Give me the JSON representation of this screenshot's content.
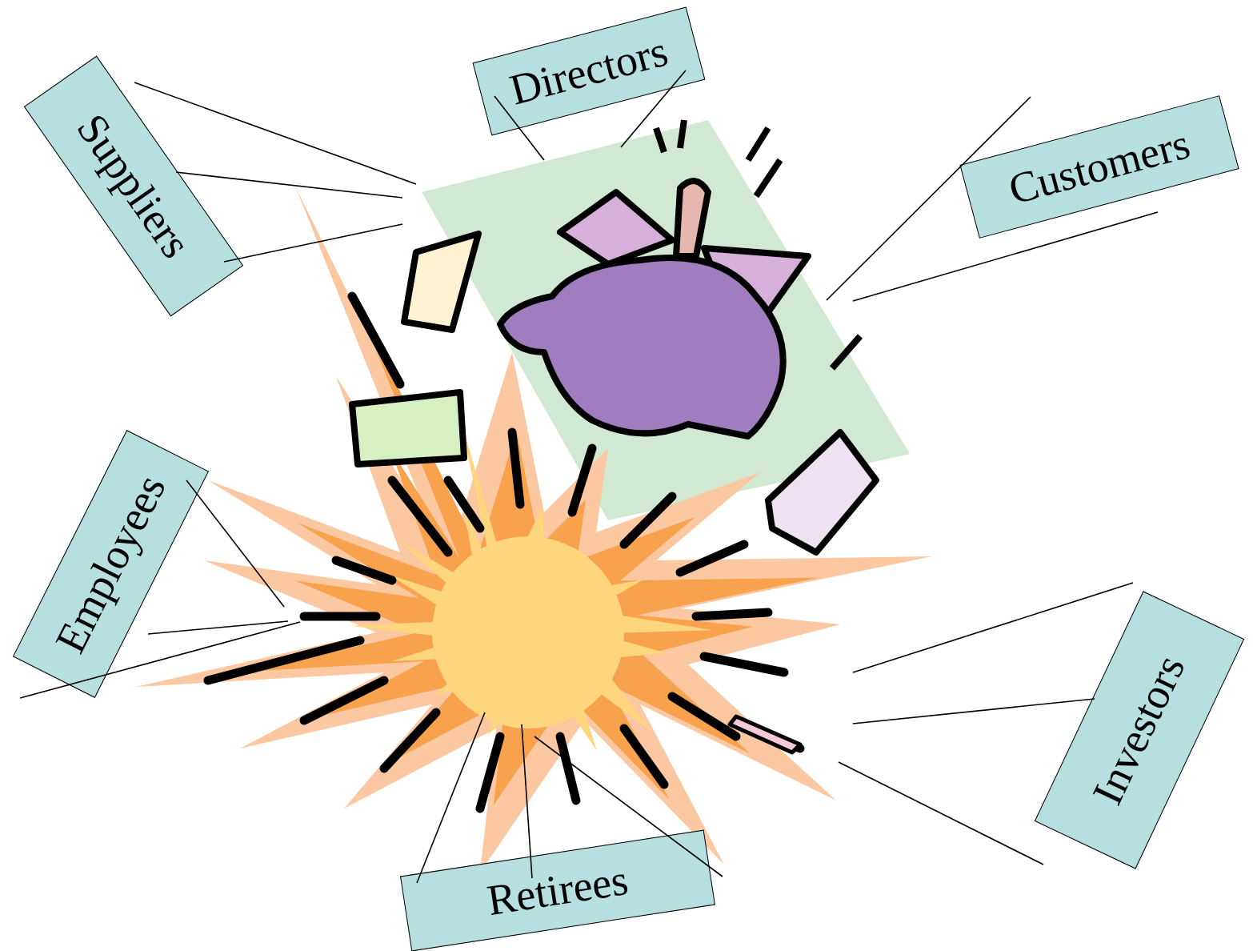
{
  "diagram": {
    "nodes": [
      {
        "text": [
          "Directors"
        ]
      },
      {
        "text": [
          "Suppliers"
        ]
      },
      {
        "text": [
          "Customers"
        ]
      },
      {
        "text": [
          "Employees"
        ]
      },
      {
        "text": [
          "Investors"
        ]
      },
      {
        "text": [
          "Retirees"
        ]
      }
    ]
  }
}
